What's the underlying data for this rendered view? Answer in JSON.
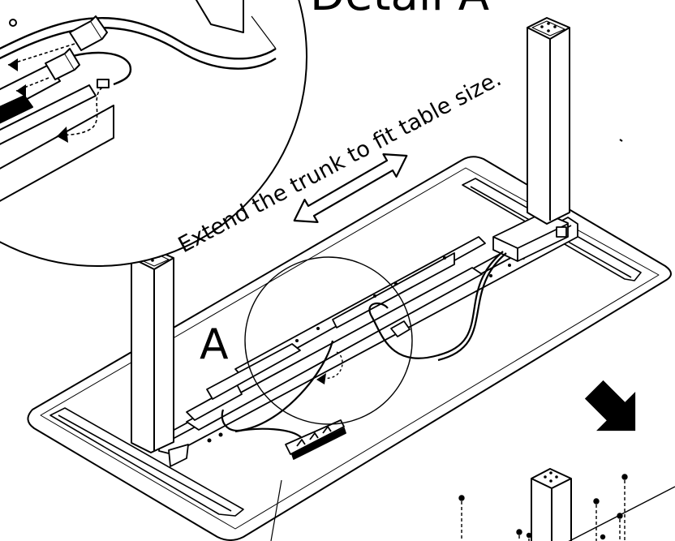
{
  "labels": {
    "detail_title": "Detail A",
    "callout_letter": "A",
    "instruction": "Extend the trunk to fit table size."
  },
  "colors": {
    "ink": "#000000",
    "paper": "#ffffff"
  },
  "icons": {
    "double_arrow": "double-headed-arrow",
    "direction_arrow": "solid-arrow-down-right",
    "screw": "screw"
  }
}
